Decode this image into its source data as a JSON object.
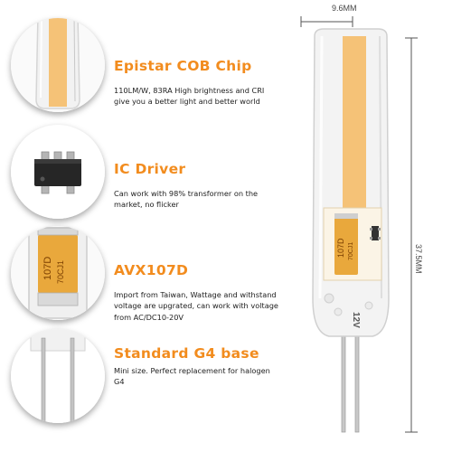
{
  "colors": {
    "title": "#f28c1e",
    "chip": "#f5c277",
    "capacitor": "#e9a83c",
    "capacitor_text": "#7a3e00",
    "pin": "#bfbfbf"
  },
  "features": [
    {
      "title": "Epistar COB Chip",
      "desc": "110LM/W, 83RA High brightness and CRI give you a better light and better world",
      "icon": "cob-chip-icon"
    },
    {
      "title": "IC Driver",
      "desc": "Can work with 98% transformer on the market, no flicker",
      "icon": "ic-driver-icon"
    },
    {
      "title": "AVX107D",
      "desc": "Import from Taiwan, Wattage and withstand voltage are upgrated, can work with voltage from AC/DC10-20V",
      "icon": "capacitor-icon"
    },
    {
      "title": "Standard G4 base",
      "desc": "Mini size. Perfect replacement for halogen G4",
      "icon": "g4-pins-icon"
    }
  ],
  "capacitor_marking": {
    "line1": "107D",
    "line2": "70CJ1"
  },
  "product": {
    "width_label": "9.6MM",
    "height_label": "37.5MM",
    "voltage_mark": "12V"
  }
}
